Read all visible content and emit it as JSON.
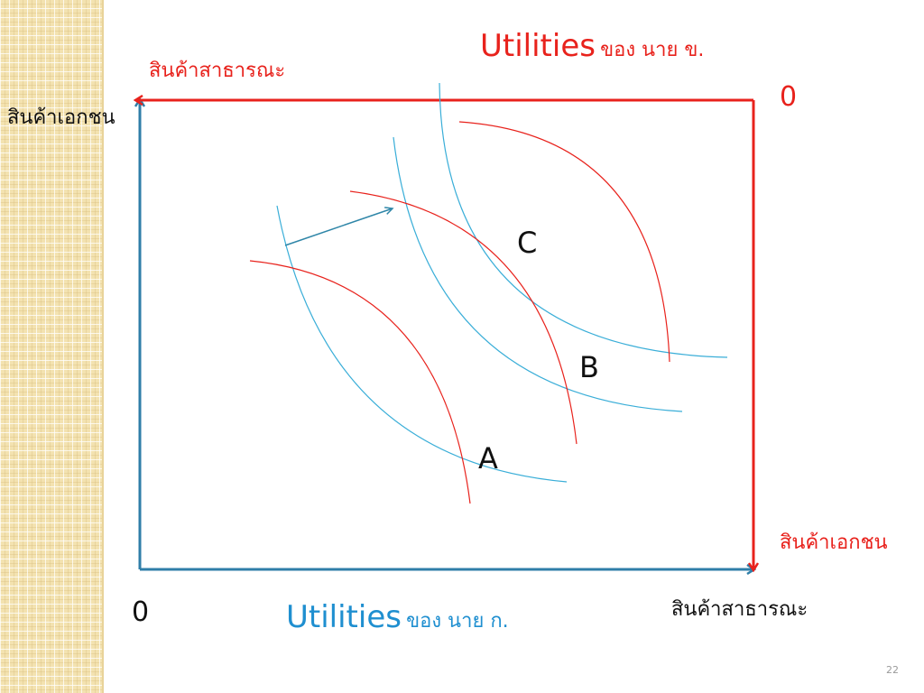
{
  "title_b": {
    "word": "Utilities",
    "rest": "ของ นาย ข."
  },
  "title_a": {
    "word": "Utilities",
    "rest": "ของ นาย ก."
  },
  "axes": {
    "red_top_label": "สินค้าสาธารณะ",
    "red_right_label": "สินค้าเอกชน",
    "red_origin": "0",
    "blue_left_label": "สินค้าเอกชน",
    "blue_bottom_label": "สินค้าสาธารณะ",
    "blue_origin": "0"
  },
  "points": {
    "a": "A",
    "b": "B",
    "c": "C"
  },
  "slide_number": "22",
  "colors": {
    "red": "#e8221c",
    "blue": "#1f8fd0",
    "axis_blue": "#2f7ea8",
    "arrow_blue": "#2f86a8"
  }
}
